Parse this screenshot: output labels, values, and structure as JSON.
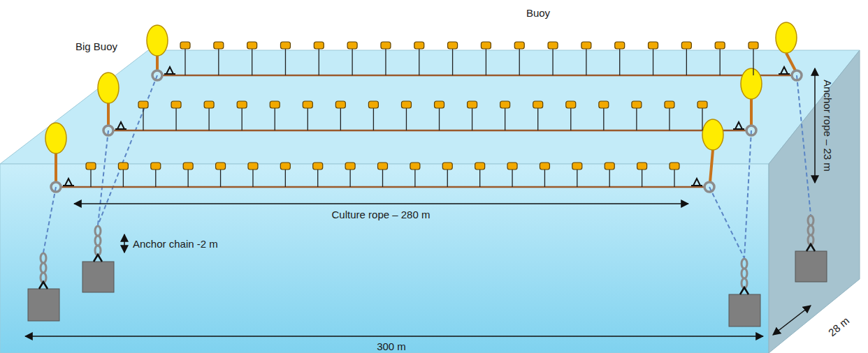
{
  "diagram": {
    "labels": [
      "Buoy",
      "Big Buoy",
      "Anchor rope – 23 m",
      "Culture rope – 280 m",
      "Anchor chain -2 m",
      "300 m",
      "28 m"
    ]
  }
}
